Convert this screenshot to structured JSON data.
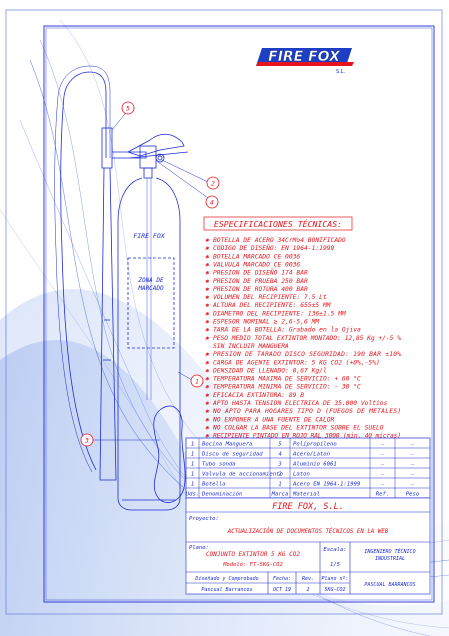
{
  "logo": {
    "text": "FIRE FOX",
    "sub": "S.L."
  },
  "callouts": [
    "5",
    "2",
    "4",
    "1",
    "3"
  ],
  "cylinder": {
    "brand": "FIRE FOX",
    "zone_line1": "ZONA DE",
    "zone_line2": "MARCADO"
  },
  "specs": {
    "title": "ESPECIFICACIONES TÉCNICAS:",
    "items": [
      "BOTELLA DE ACERO 34CrMo4 BONIFICADO",
      "CODIGO DE DISEÑO: EN 1964-1:1999",
      "BOTELLA MARCADO CE 0036",
      "VALVULA MARCADO CE 0036",
      "PRESION DE DISEÑO 174 BAR",
      "PRESION DE PRUEBA 250 BAR",
      "PRESION DE ROTURA 400 BAR",
      "VOLUMEN DEL RECIPIENTE: 7.5 Lt",
      "ALTURA DEL RECIPIENTE: 655±5 MM",
      "DIAMETRO DEL RECIPIENTE: 136±1.5 MM",
      "ESPESOR NOMINAL ≥ 2,6-5,6 MM",
      "TARA DE LA BOTELLA: Grabado en la Ojiva",
      "PESO MEDIO TOTAL EXTINTOR MONTADO: 12,85 Kg +/-5 %",
      "SIN INCLUIR MANGUERA",
      "PRESION DE TARADO DISCO SEGURIDAD: 190 BAR ±10%",
      "CARGA DE AGENTE EXTINTOR: 5 KG CO2 (+0%,-5%)",
      "DENSIDAD DE LLENADO: 0,67 Kg/l",
      "TEMPERATURA MAXIMA DE SERVICIO: + 60 °C",
      "TEMPERATURA MINIMA DE SERVICIO: - 30 °C",
      "EFICACIA EXTINTORA: 89 B",
      "APTO HASTA TENSION ELECTRICA DE 35.000 Voltios",
      "NO APTO PARA HOGARES TIPO D (FUEGOS DE METALES)",
      "NO EXPONER A UNA FUENTE DE CALOR",
      "NO COLGAR LA BASE DEL EXTINTOR SOBRE EL SUELO",
      "RECIPIENTE PINTADO EN ROJO RAL 3000 (min. 40 micras)"
    ]
  },
  "parts_table": {
    "rows": [
      [
        "1",
        "Bocina Manguera",
        "5",
        "Polipropileno",
        "—",
        "—"
      ],
      [
        "1",
        "Disco de seguridad",
        "4",
        "Acero/Laton",
        "—",
        "—"
      ],
      [
        "1",
        "Tubo sonda",
        "3",
        "Aluminio 6061",
        "—",
        "—"
      ],
      [
        "1",
        "Valvula de accionamiento",
        "2",
        "Laton",
        "—",
        "—"
      ],
      [
        "1",
        "Botella",
        "1",
        "Acero EN 1964-1:1999",
        "—",
        "—"
      ]
    ],
    "header": [
      "Uds.",
      "Denominación",
      "Marca",
      "Material",
      "Ref.",
      "Peso"
    ]
  },
  "title_block": {
    "company": "FIRE FOX, S.L.",
    "project_label": "Proyecto:",
    "project": "ACTUALIZACIÓN DE DOCUMENTOS TÉCNICOS EN LA WEB",
    "plan_label": "Plano:",
    "plan": "CONJUNTO EXTINTOR 5 KG CO2",
    "model": "Modelo: FT-5KG-CO2",
    "scale_label": "Escala:",
    "scale": "1/5",
    "engineer_line1": "INGENIERO TÉCNICO",
    "engineer_line2": "INDUSTRIAL",
    "drawn_label": "Diseñado y Comprobado",
    "date_label": "Fecha:",
    "rev_label": "Rev.",
    "plan_no_label": "Plano nº:",
    "drawn_by": "Pascual Barrancos",
    "date": "OCT 19",
    "rev": "2",
    "plan_no": "5KG-CO2",
    "signature": "PASCUAL BARRANCOS"
  }
}
